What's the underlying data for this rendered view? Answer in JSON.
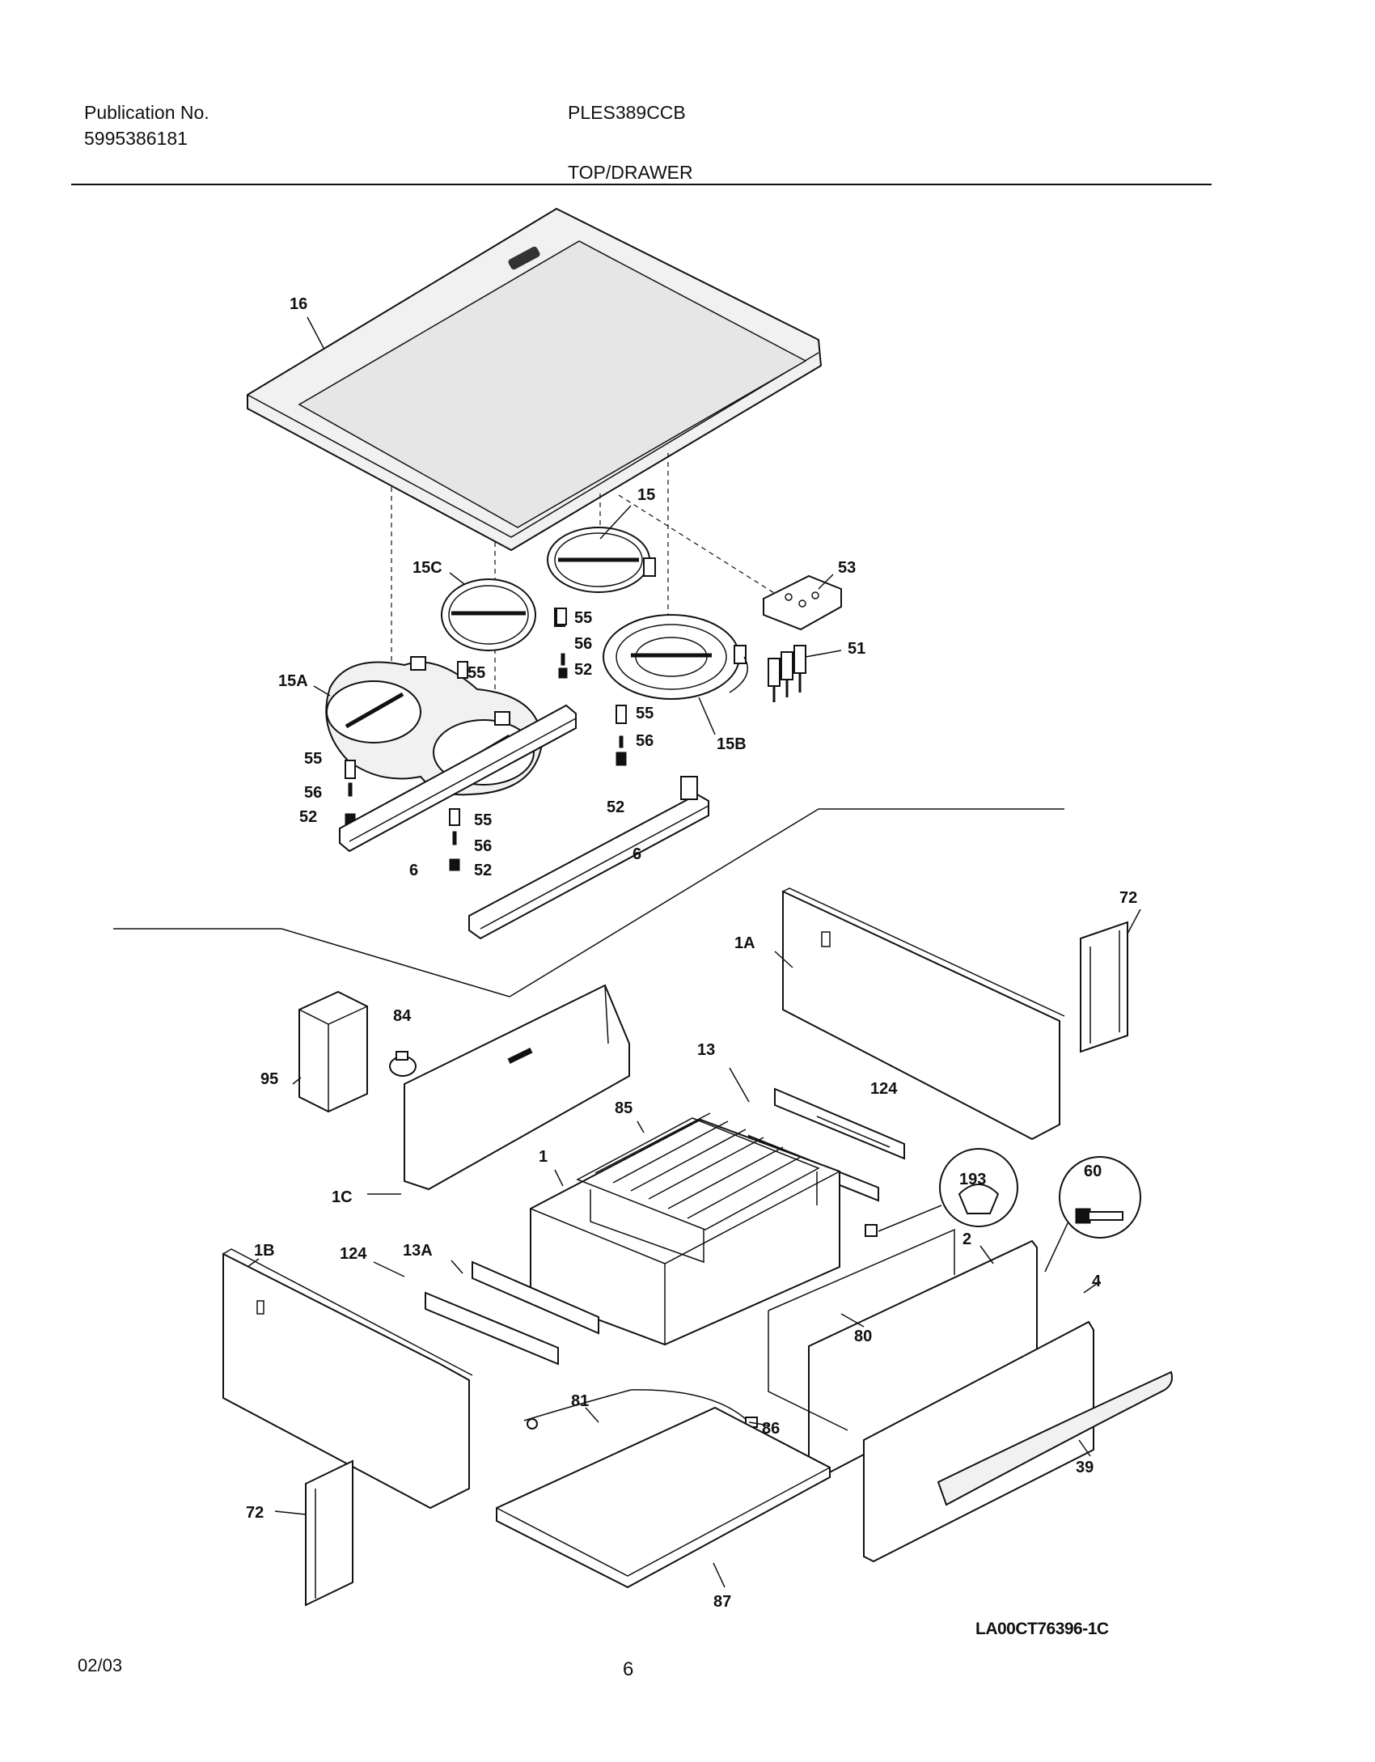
{
  "header": {
    "publication_label": "Publication No.",
    "publication_number": "5995386181",
    "model": "PLES389CCB",
    "section_title": "TOP/DRAWER"
  },
  "footer": {
    "date": "02/03",
    "page": "6",
    "diagram_code": "LA00CT76396-1C"
  },
  "callouts": {
    "c16": "16",
    "c15": "15",
    "c15c": "15C",
    "c53": "53",
    "c55a": "55",
    "c56a": "56",
    "c52a": "52",
    "c15a": "15A",
    "c55b": "55",
    "c51": "51",
    "c55c": "55",
    "c56b": "56",
    "c15b": "15B",
    "c52b": "52",
    "c55d": "55",
    "c56c": "56",
    "c52c": "52",
    "c55e": "55",
    "c56d": "56",
    "c52d": "52",
    "c6a": "6",
    "c6b": "6",
    "c72a": "72",
    "c1a": "1A",
    "c84": "84",
    "c95": "95",
    "c13": "13",
    "c124a": "124",
    "c85": "85",
    "c193": "193",
    "c60": "60",
    "c1": "1",
    "c1c": "1C",
    "c1b": "1B",
    "c13a": "13A",
    "c124b": "124",
    "c2": "2",
    "c4": "4",
    "c80": "80",
    "c81": "81",
    "c86": "86",
    "c39": "39",
    "c72b": "72",
    "c87": "87"
  }
}
